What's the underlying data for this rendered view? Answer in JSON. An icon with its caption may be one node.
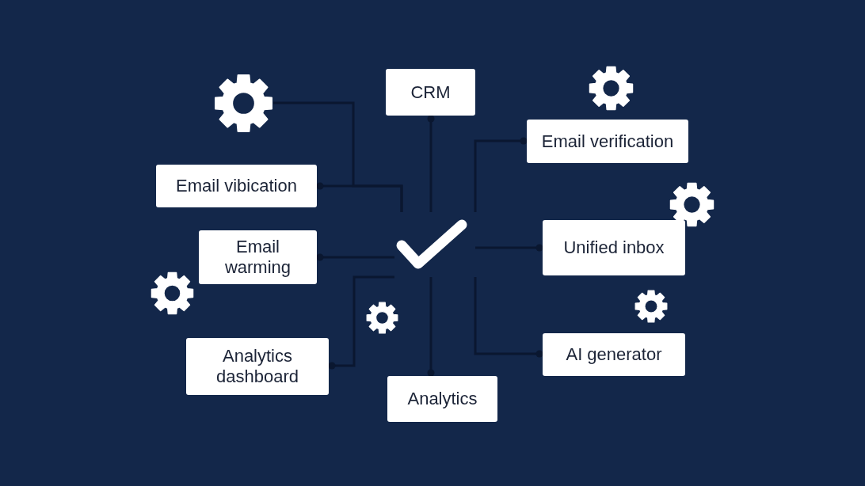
{
  "diagram": {
    "nodes": [
      {
        "text": [],
        "shape": "gear"
      },
      {
        "text": [
          "CRM"
        ]
      },
      {
        "text": [
          "Email verification"
        ]
      },
      {
        "text": [
          "Email vibication"
        ]
      },
      {
        "text": [
          "Email warming"
        ]
      },
      {
        "text": [],
        "shape": "checkmark"
      },
      {
        "text": [
          "Unified inbox"
        ]
      },
      {
        "text": [
          "Analytics dashboard"
        ]
      },
      {
        "text": [
          "AI generator"
        ]
      },
      {
        "text": [
          "Analytics"
        ]
      }
    ],
    "edges": [
      {
        "from": 0,
        "to": 5,
        "arrow": "none"
      },
      {
        "from": 5,
        "to": 1,
        "arrow": "other"
      },
      {
        "from": 5,
        "to": 2,
        "arrow": "other"
      },
      {
        "from": 5,
        "to": 3,
        "arrow": "other"
      },
      {
        "from": 5,
        "to": 4,
        "arrow": "other"
      },
      {
        "from": 5,
        "to": 6,
        "arrow": "other"
      },
      {
        "from": 5,
        "to": 7,
        "arrow": "other"
      },
      {
        "from": 5,
        "to": 8,
        "arrow": "other"
      },
      {
        "from": 5,
        "to": 9,
        "arrow": "other"
      }
    ]
  }
}
